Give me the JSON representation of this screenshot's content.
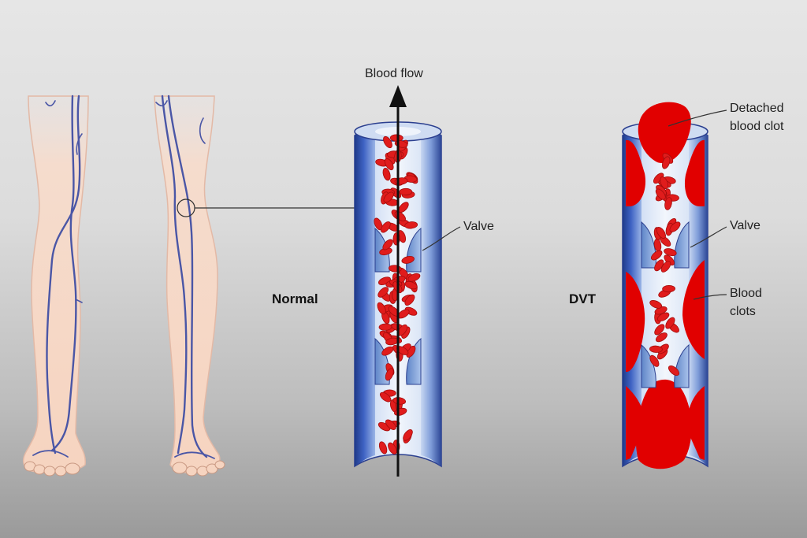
{
  "labels": {
    "blood_flow": "Blood flow",
    "normal": "Normal",
    "dvt": "DVT",
    "valve_normal": "Valve",
    "valve_dvt": "Valve",
    "detached_clot_line1": "Detached",
    "detached_clot_line2": "blood clot",
    "blood_clots_line1": "Blood",
    "blood_clots_line2": "clots"
  },
  "colors": {
    "skin": "#f6d9c8",
    "vein": "#4a56a6",
    "vessel_wall_dark": "#2b3f8f",
    "vessel_wall_mid": "#5b7bd0",
    "vessel_interior": "#e2ecf8",
    "valve": "#7fa1d4",
    "blood_cell": "#e01c1c",
    "clot": "#e10000",
    "arrow": "#111111"
  }
}
